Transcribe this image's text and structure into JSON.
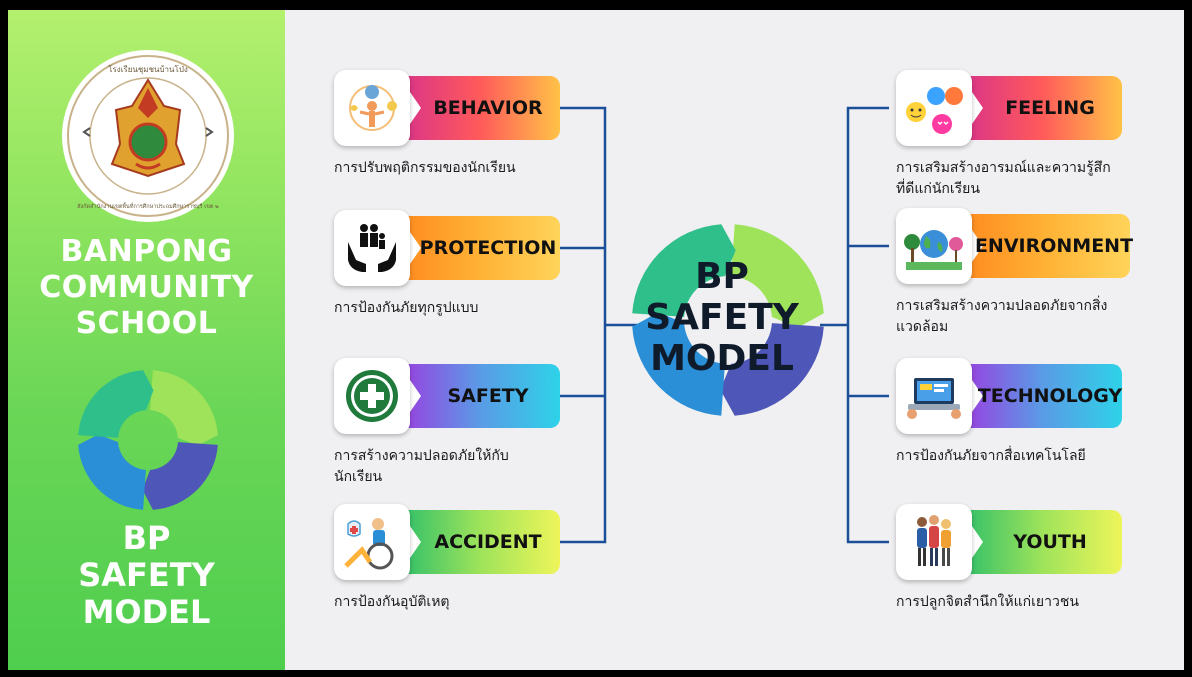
{
  "sidebar": {
    "school_name": [
      "BANPONG",
      "COMMUNITY",
      "SCHOOL"
    ],
    "model_title": [
      "BP",
      "SAFETY",
      "MODEL"
    ],
    "seal_text_top": "โรงเรียนชุมชนบ้านโป่ง",
    "seal_text_bottom": "สังกัดสำนักงานเขตพื้นที่การศึกษาประถมศึกษาราชบุรี เขต ๒"
  },
  "center": {
    "title": [
      "BP",
      "SAFETY",
      "MODEL"
    ]
  },
  "left_items": [
    {
      "label": "BEHAVIOR",
      "desc": [
        "การปรับพฤติกรรมของนักเรียน"
      ],
      "icon": "behavior-icon",
      "gradient": [
        "#d9338a",
        "#ff5a5a",
        "#ffc247"
      ]
    },
    {
      "label": "PROTECTION",
      "desc": [
        "การป้องกันภัยทุกรูปแบบ"
      ],
      "icon": "hands-family-icon",
      "gradient": [
        "#ff8a1f",
        "#ffb235",
        "#ffd45a"
      ]
    },
    {
      "label": "SAFETY",
      "desc": [
        "การสร้างความปลอดภัยให้กับ",
        "นักเรียน"
      ],
      "icon": "safety-first-icon",
      "gradient": [
        "#9b3ee0",
        "#5a9be6",
        "#2ed2e8"
      ]
    },
    {
      "label": "ACCIDENT",
      "desc": [
        "การป้องกันอุบัติเหตุ"
      ],
      "icon": "wheelchair-icon",
      "gradient": [
        "#2fbf6a",
        "#9ee35a",
        "#eef55a"
      ]
    }
  ],
  "right_items": [
    {
      "label": "FEELING",
      "desc": [
        "การเสริมสร้างอารมณ์และความรู้สึก",
        "ที่ดีแก่นักเรียน"
      ],
      "icon": "emoji-faces-icon",
      "gradient": [
        "#d9338a",
        "#ff5a5a",
        "#ffc247"
      ]
    },
    {
      "label": "ENVIRONMENT",
      "desc": [
        "การเสริมสร้างความปลอดภัยจากสิ่ง",
        "แวดล้อม"
      ],
      "icon": "globe-nature-icon",
      "gradient": [
        "#ff8a1f",
        "#ffb235",
        "#ffd45a"
      ]
    },
    {
      "label": "TECHNOLOGY",
      "desc": [
        "การป้องกันภัยจากสื่อเทคโนโลยี"
      ],
      "icon": "laptop-icon",
      "gradient": [
        "#9b3ee0",
        "#5a9be6",
        "#2ed2e8"
      ]
    },
    {
      "label": "YOUTH",
      "desc": [
        "การปลูกจิตสำนึกให้แก่เยาวชน"
      ],
      "icon": "youth-group-icon",
      "gradient": [
        "#2fbf6a",
        "#9ee35a",
        "#eef55a"
      ]
    }
  ],
  "colors": {
    "connector": "#1c4f99",
    "cycle_green": "#9ee35a",
    "cycle_teal": "#2fbf8a",
    "cycle_blue": "#2a8fd6",
    "cycle_indigo": "#4e56b8"
  }
}
